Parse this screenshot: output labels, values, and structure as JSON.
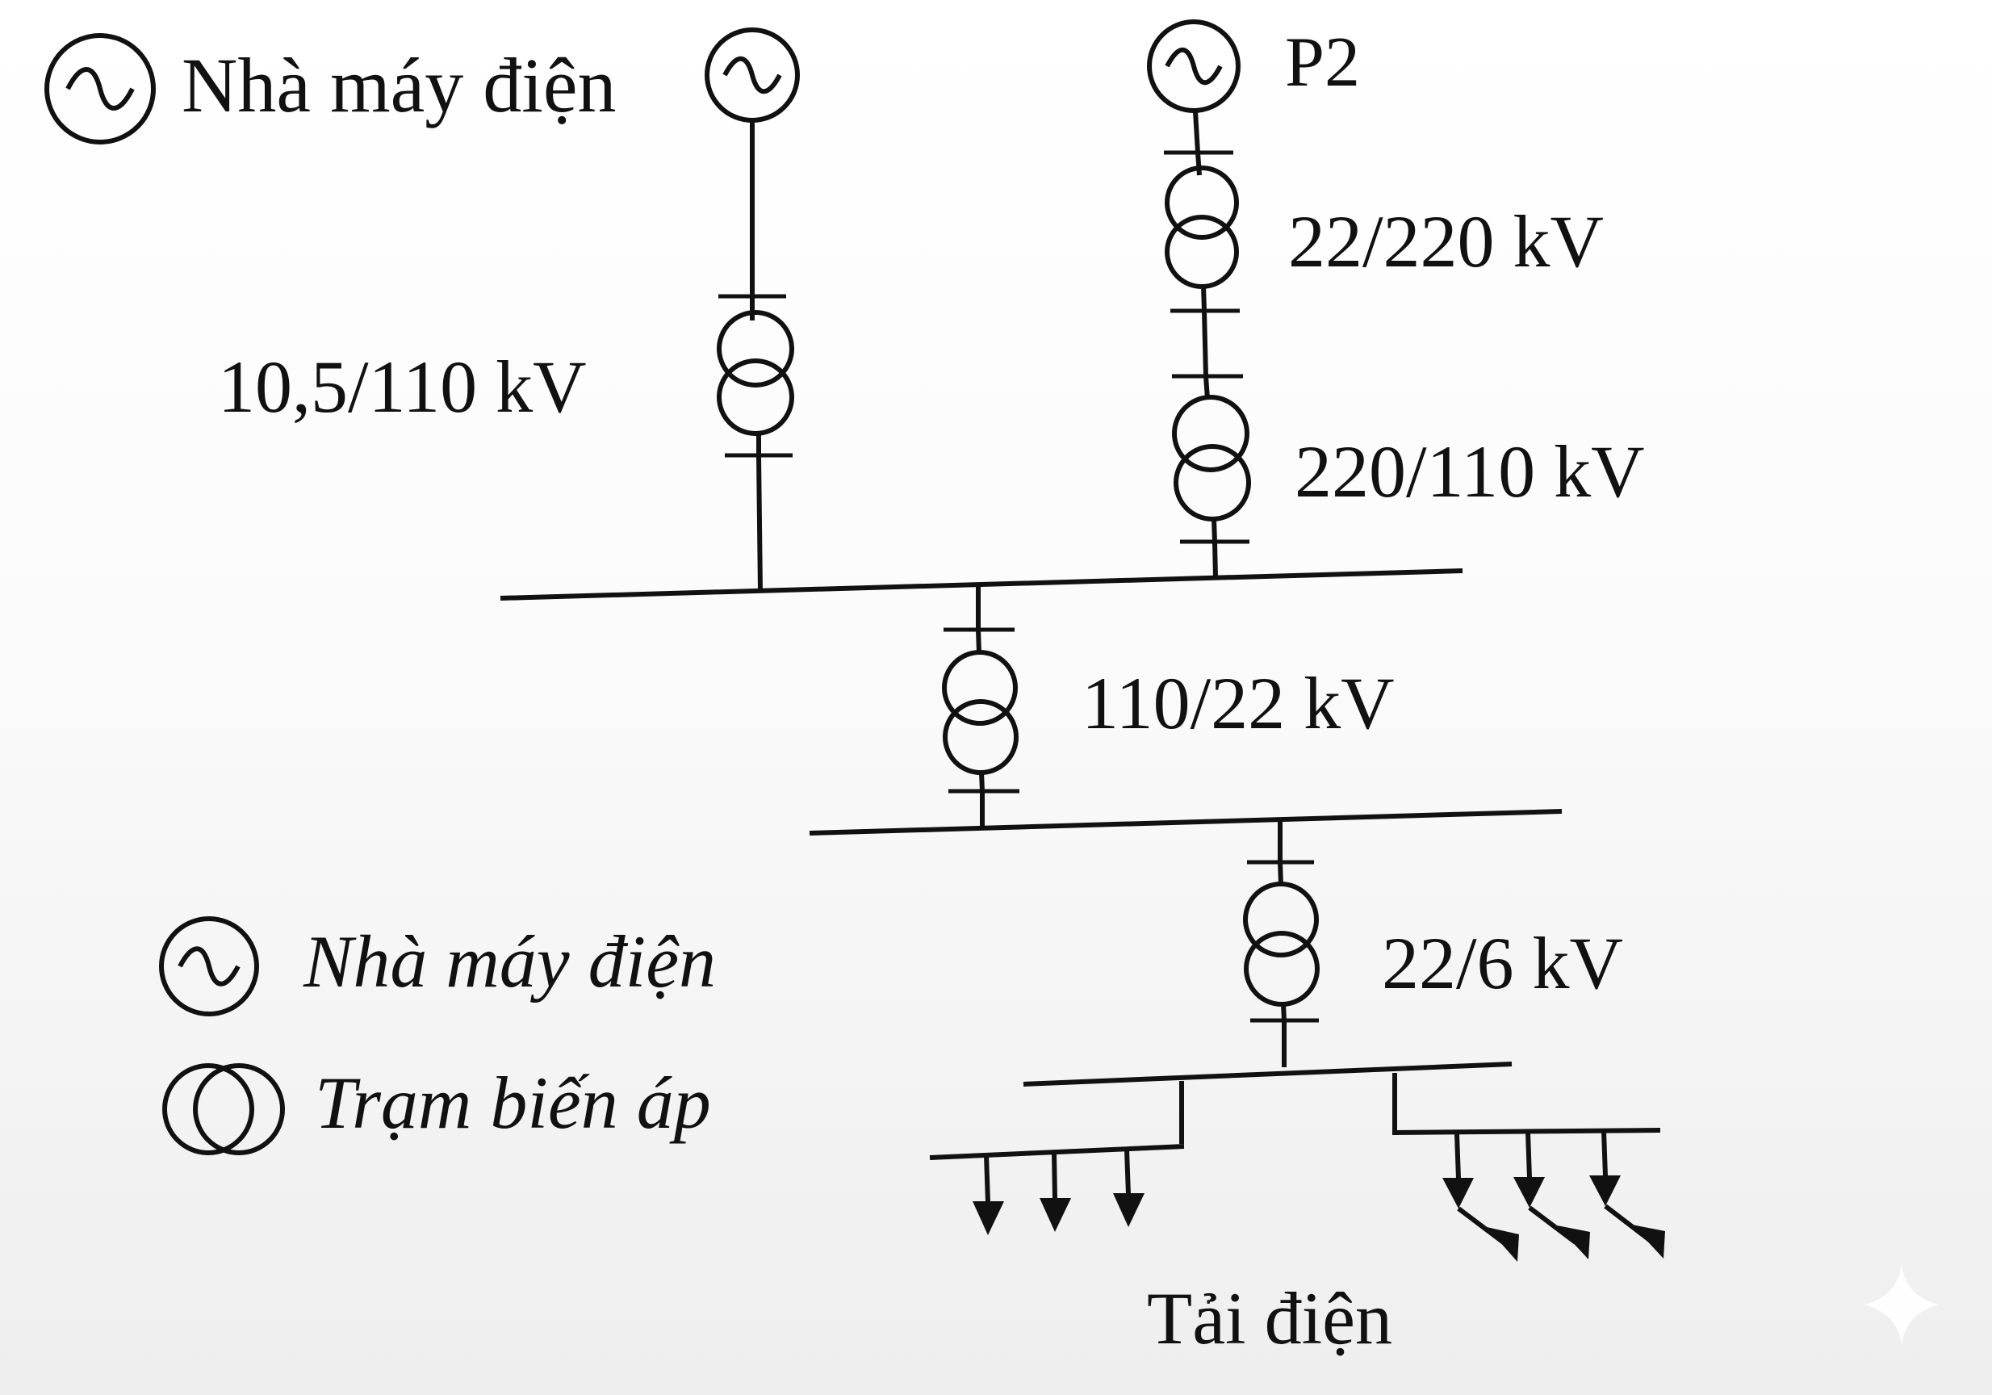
{
  "diagram": {
    "plant_label": "Nhà máy điện",
    "plant2_label": "P2",
    "transformer_labels": {
      "t1": "10,5/110 kV",
      "t2": "22/220 kV",
      "t3": "220/110 kV",
      "t4": "110/22 kV",
      "t5": "22/6 kV"
    },
    "legend": {
      "generator": "Nhà máy điện",
      "transformer": "Trạm biến áp"
    },
    "load_label": "Tải điện"
  },
  "colors": {
    "ink": "#111111",
    "background_top": "#ffffff",
    "background_bottom": "#eeeeee"
  }
}
